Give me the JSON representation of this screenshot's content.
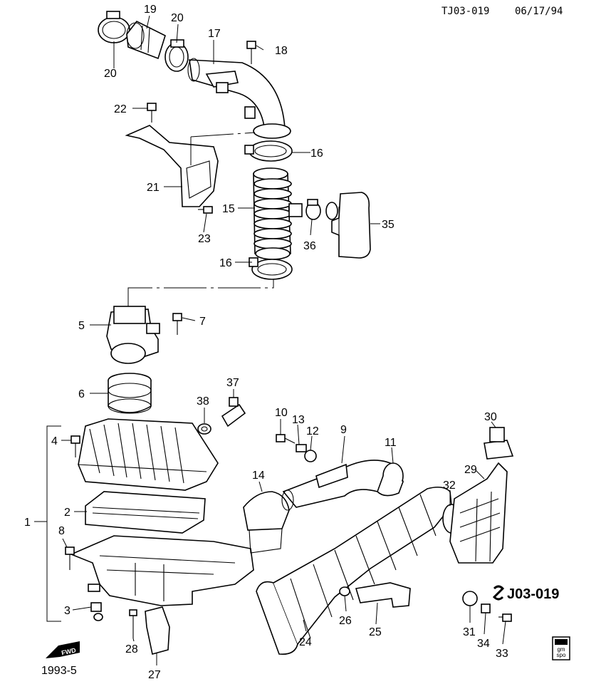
{
  "header": {
    "code": "TJ03-019",
    "date": "06/17/94"
  },
  "diagram": {
    "ref_label": "J03-019",
    "year_label": "1993-5",
    "fwd_label": "FWD",
    "badge_text": [
      "gm",
      "spo"
    ],
    "callouts": [
      "1",
      "2",
      "3",
      "4",
      "5",
      "6",
      "7",
      "8",
      "9",
      "10",
      "11",
      "12",
      "13",
      "14",
      "15",
      "16",
      "16",
      "17",
      "18",
      "19",
      "20",
      "20",
      "21",
      "22",
      "23",
      "24",
      "25",
      "26",
      "27",
      "28",
      "29",
      "30",
      "31",
      "32",
      "33",
      "34",
      "35",
      "36",
      "37",
      "38"
    ]
  }
}
